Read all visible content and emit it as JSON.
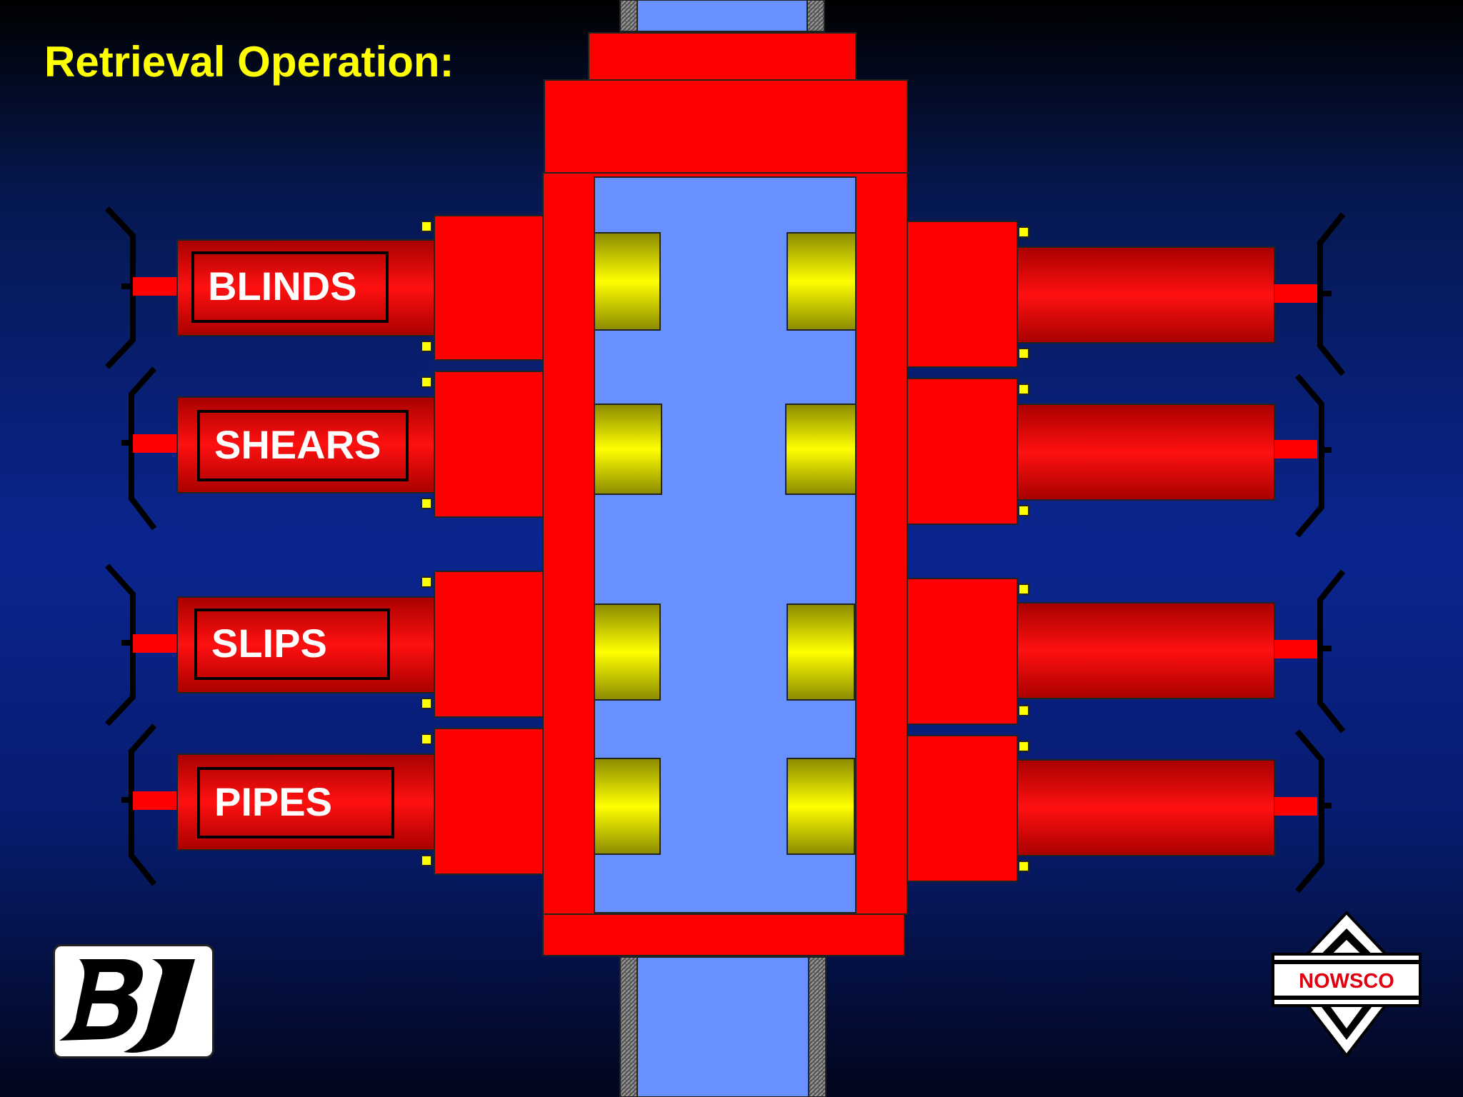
{
  "title": "Retrieval Operation:",
  "rams": [
    {
      "label": "BLINDS"
    },
    {
      "label": "SHEARS"
    },
    {
      "label": "SLIPS"
    },
    {
      "label": "PIPES"
    }
  ],
  "logos": {
    "left_logo_text": "BJ",
    "right_logo_text": "NOWSCO"
  },
  "colors": {
    "background": "#0a2590",
    "body_red": "#ff0000",
    "bore_blue": "#6890ff",
    "ram_block_yellow": "#ffff00",
    "indicator_yellow": "#ffff00",
    "title_yellow": "#ffff00"
  }
}
